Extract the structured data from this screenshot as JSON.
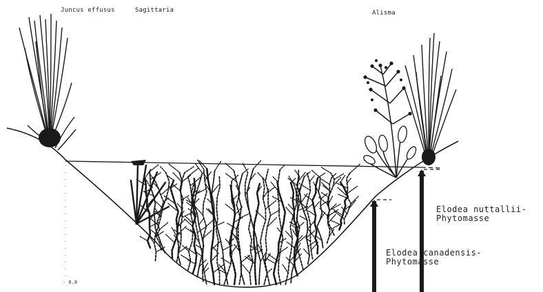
{
  "labels": {
    "juncus": "Juncus effusus",
    "sagittaria": "Sagittaria",
    "alisma": "Alisma",
    "nuttallii_line1": "Elodea nuttallii-",
    "nuttallii_line2": "Phytomasse",
    "canadensis_line1": "Elodea canadensis-",
    "canadensis_line2": "Phytomasse",
    "depth_mark": "- 0.8"
  },
  "colors": {
    "ink": "#1a1a1a",
    "background": "#ffffff"
  }
}
